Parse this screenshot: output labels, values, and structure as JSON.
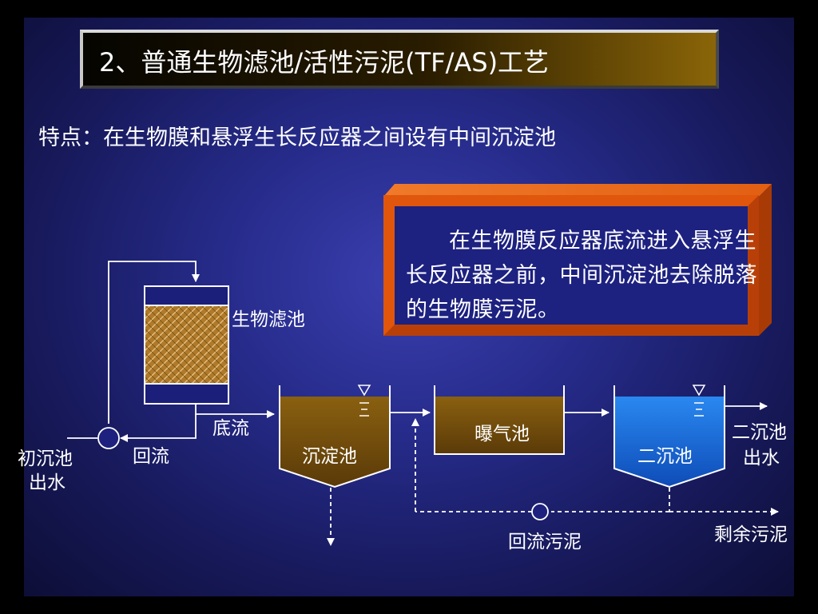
{
  "title": "2、普通生物滤池/活性污泥(TF/AS)工艺",
  "subtitle": "特点：在生物膜和悬浮生长反应器之间设有中间沉淀池",
  "callout": "在生物膜反应器底流进入悬浮生长反应器之前，中间沉淀池去除脱落的生物膜污泥。",
  "diagram": {
    "biofilter_label": "生物滤池",
    "underflow_label": "底流",
    "recycle_label": "回流",
    "inflow_label_line1": "初沉池",
    "inflow_label_line2": "出水",
    "settling_tank_label": "沉淀池",
    "aeration_tank_label": "曝气池",
    "secondary_clarifier_label": "二沉池",
    "outflow_label_line1": "二沉池",
    "outflow_label_line2": "出水",
    "return_sludge_label": "回流污泥",
    "waste_sludge_label": "剩余污泥"
  },
  "colors": {
    "title_bar_gold": "#8a6508",
    "callout_border": "#e0560c",
    "background_blue": "#262b8a",
    "biofilter_media": "#b07a2a",
    "settling_tank": "#7a5410",
    "secondary_clarifier": "#1e78e8"
  }
}
